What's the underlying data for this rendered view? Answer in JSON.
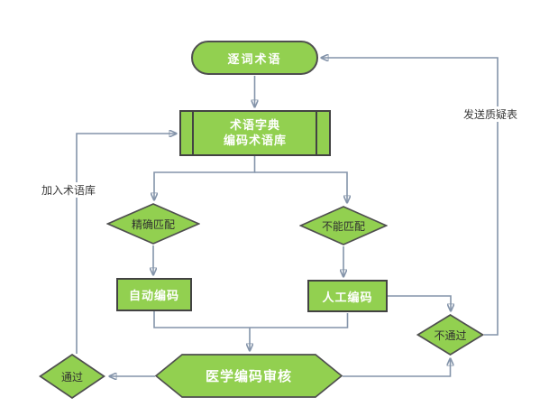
{
  "diagram": {
    "type": "flowchart",
    "nodes": {
      "start": {
        "label": "逐词术语",
        "shape": "terminator"
      },
      "dictionary": {
        "lines": [
          "术语字典",
          "编码术语库"
        ],
        "shape": "predefined-process"
      },
      "exact_match": {
        "label": "精确匹配",
        "shape": "decision"
      },
      "cannot_match": {
        "label": "不能匹配",
        "shape": "decision"
      },
      "auto_coding": {
        "label": "自动编码",
        "shape": "process"
      },
      "manual_coding": {
        "label": "人工编码",
        "shape": "process"
      },
      "review": {
        "label": "医学编码审核",
        "shape": "hexagon"
      },
      "pass": {
        "label": "通过",
        "shape": "decision"
      },
      "fail": {
        "label": "不通过",
        "shape": "decision"
      }
    },
    "edge_labels": {
      "add_to_termbase": "加入术语库",
      "send_query_form": "发送质疑表"
    },
    "edges": [
      {
        "from": "start",
        "to": "dictionary"
      },
      {
        "from": "dictionary",
        "to": "exact_match"
      },
      {
        "from": "dictionary",
        "to": "cannot_match"
      },
      {
        "from": "exact_match",
        "to": "auto_coding"
      },
      {
        "from": "cannot_match",
        "to": "manual_coding"
      },
      {
        "from": "auto_coding",
        "to": "review"
      },
      {
        "from": "manual_coding",
        "to": "review"
      },
      {
        "from": "manual_coding",
        "to": "fail"
      },
      {
        "from": "review",
        "to": "fail"
      },
      {
        "from": "review",
        "to": "pass"
      },
      {
        "from": "pass",
        "to": "dictionary",
        "label": "加入术语库"
      },
      {
        "from": "fail",
        "to": "start",
        "label": "发送质疑表"
      }
    ],
    "colors": {
      "node_fill": "#92d050",
      "node_border": "#4f4f4f",
      "connector": "#8494aa",
      "node_text_light": "#ffffff",
      "node_text_dark": "#303030",
      "label_text": "#3a3a3a",
      "background": "#ffffff"
    }
  }
}
